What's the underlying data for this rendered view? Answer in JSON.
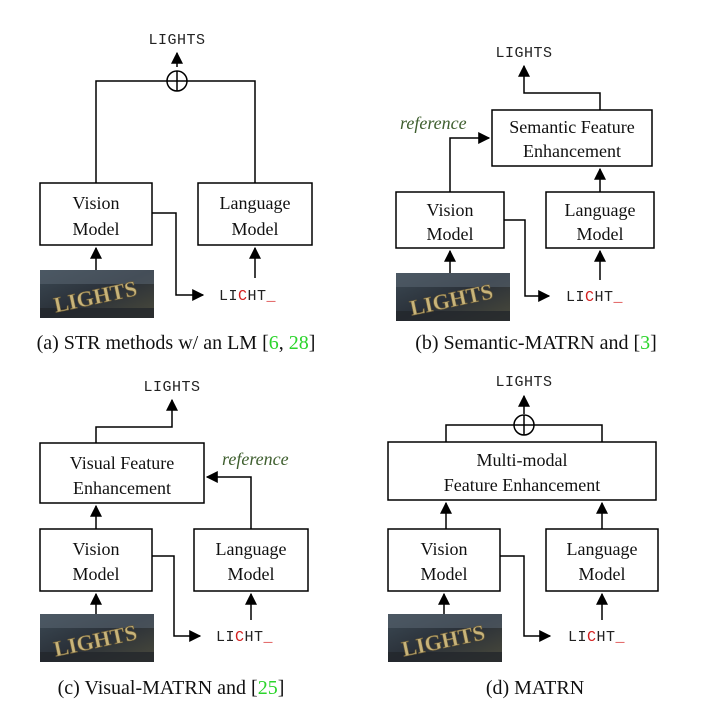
{
  "output_text": "LIGHTS",
  "prediction": {
    "pre": "LI",
    "wrong": "C",
    "mid": "HT",
    "tail": "_"
  },
  "labels": {
    "vision_l1": "Vision",
    "vision_l2": "Model",
    "language_l1": "Language",
    "language_l2": "Model",
    "semantic_l1": "Semantic Feature",
    "semantic_l2": "Enhancement",
    "visual_l1": "Visual Feature",
    "visual_l2": "Enhancement",
    "multi_l1": "Multi-modal",
    "multi_l2": "Feature Enhancement",
    "reference": "reference"
  },
  "image_text": "LIGHTS",
  "captions": {
    "a": {
      "text": "(a) STR methods w/ an LM [",
      "cite1": "6",
      "sep": ", ",
      "cite2": "28",
      "close": "]"
    },
    "b": {
      "text": "(b) Semantic-MATRN and [",
      "cite1": "3",
      "close": "]"
    },
    "c": {
      "text": "(c) Visual-MATRN and [",
      "cite1": "25",
      "close": "]"
    },
    "d": {
      "text": "(d) MATRN"
    }
  },
  "colors": {
    "cite": "#2bd42b",
    "wrong_char": "#d42020",
    "reference": "#3f5f2f"
  }
}
